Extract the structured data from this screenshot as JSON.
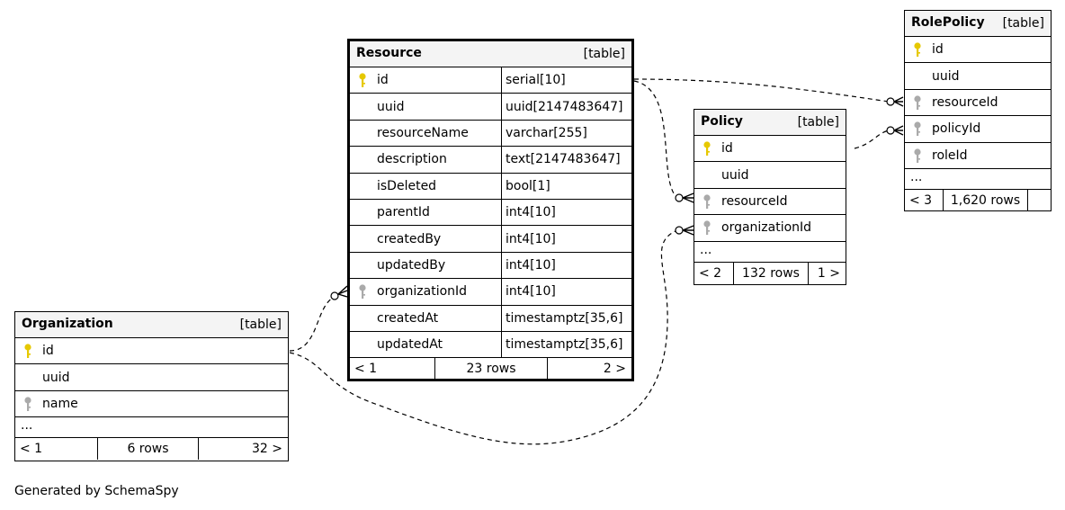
{
  "tables": {
    "resource": {
      "name": "Resource",
      "tag": "[table]",
      "rows": [
        {
          "key": "primary",
          "name": "id",
          "type": "serial[10]"
        },
        {
          "key": "none",
          "name": "uuid",
          "type": "uuid[2147483647]"
        },
        {
          "key": "none",
          "name": "resourceName",
          "type": "varchar[255]"
        },
        {
          "key": "none",
          "name": "description",
          "type": "text[2147483647]"
        },
        {
          "key": "none",
          "name": "isDeleted",
          "type": "bool[1]"
        },
        {
          "key": "none",
          "name": "parentId",
          "type": "int4[10]"
        },
        {
          "key": "none",
          "name": "createdBy",
          "type": "int4[10]"
        },
        {
          "key": "none",
          "name": "updatedBy",
          "type": "int4[10]"
        },
        {
          "key": "foreign",
          "name": "organizationId",
          "type": "int4[10]"
        },
        {
          "key": "none",
          "name": "createdAt",
          "type": "timestamptz[35,6]"
        },
        {
          "key": "none",
          "name": "updatedAt",
          "type": "timestamptz[35,6]"
        }
      ],
      "footer": {
        "parents": "< 1",
        "rows": "23 rows",
        "children": "2 >"
      }
    },
    "policy": {
      "name": "Policy",
      "tag": "[table]",
      "rows": [
        {
          "key": "primary",
          "name": "id"
        },
        {
          "key": "none",
          "name": "uuid"
        },
        {
          "key": "foreign",
          "name": "resourceId"
        },
        {
          "key": "foreign",
          "name": "organizationId"
        }
      ],
      "ellipsis": "...",
      "footer": {
        "parents": "< 2",
        "rows": "132 rows",
        "children": "1 >"
      }
    },
    "rolepolicy": {
      "name": "RolePolicy",
      "tag": "[table]",
      "rows": [
        {
          "key": "primary",
          "name": "id"
        },
        {
          "key": "none",
          "name": "uuid"
        },
        {
          "key": "foreign",
          "name": "resourceId"
        },
        {
          "key": "foreign",
          "name": "policyId"
        },
        {
          "key": "foreign",
          "name": "roleId"
        }
      ],
      "ellipsis": "...",
      "footer": {
        "parents": "< 3",
        "rows": "1,620 rows",
        "children": ""
      }
    },
    "organization": {
      "name": "Organization",
      "tag": "[table]",
      "rows": [
        {
          "key": "primary",
          "name": "id"
        },
        {
          "key": "none",
          "name": "uuid"
        },
        {
          "key": "foreign",
          "name": "name"
        }
      ],
      "ellipsis": "...",
      "footer": {
        "parents": "< 1",
        "rows": "6 rows",
        "children": "32 >"
      }
    }
  },
  "relationships": [
    {
      "from": "Resource.id",
      "to": "Policy.resourceId"
    },
    {
      "from": "Resource.id",
      "to": "RolePolicy.resourceId"
    },
    {
      "from": "Policy.id",
      "to": "RolePolicy.policyId"
    },
    {
      "from": "Organization.id",
      "to": "Resource.organizationId"
    },
    {
      "from": "Organization.id",
      "to": "Policy.organizationId"
    }
  ],
  "colors": {
    "primary_key": "#e6c800",
    "foreign_key": "#aaaaaa",
    "header_bg": "#f4f4f4"
  },
  "footer_note": "Generated by SchemaSpy"
}
